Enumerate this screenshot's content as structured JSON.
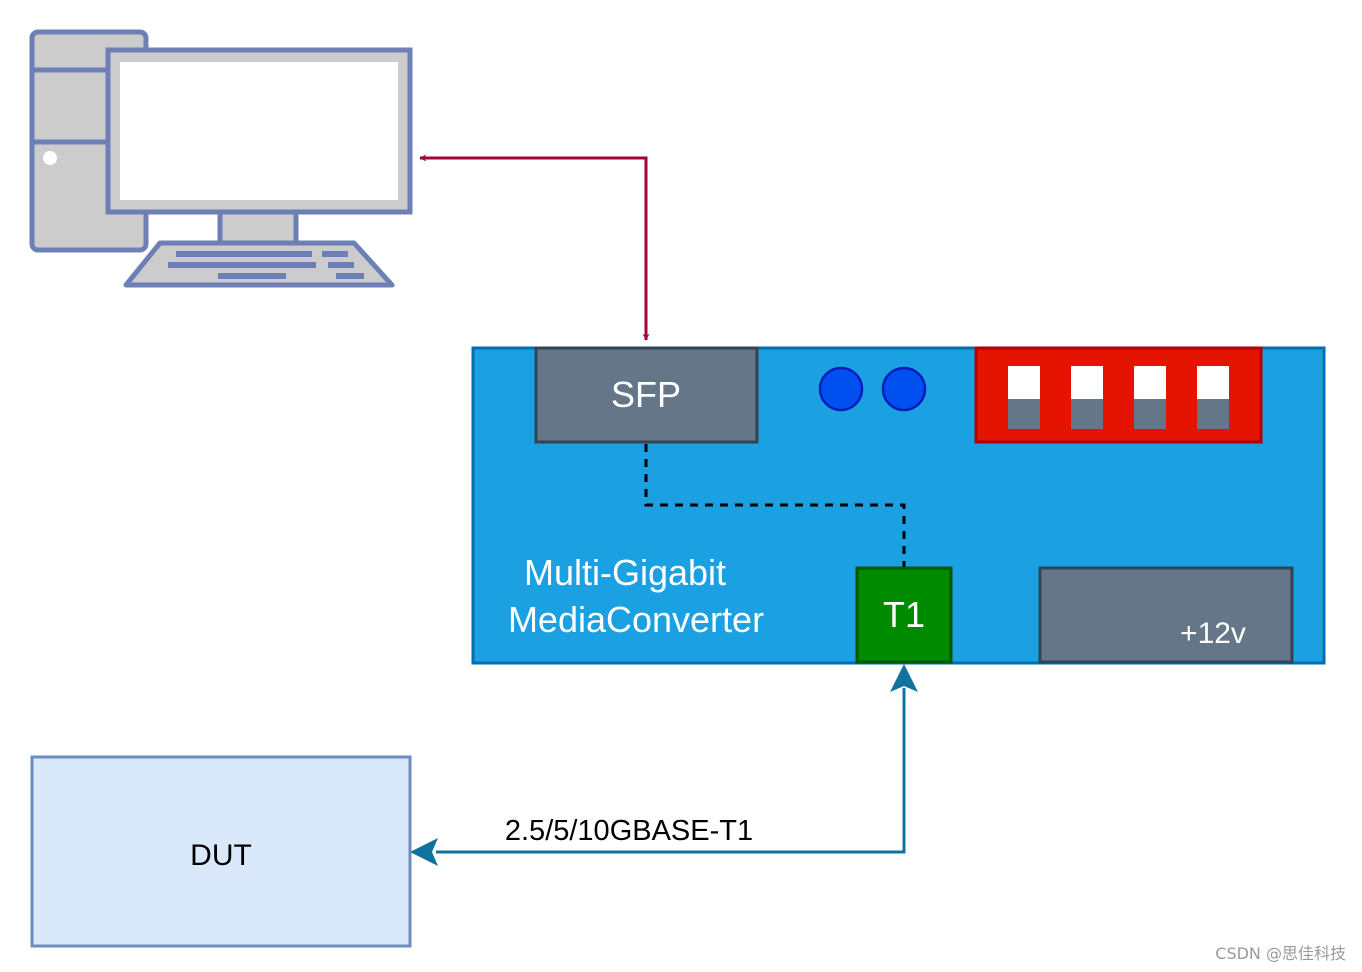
{
  "labels": {
    "sfp": "SFP",
    "t1": "T1",
    "converter_line1": "Multi-Gigabit",
    "converter_line2": "MediaConverter",
    "power": "+12v",
    "dut": "DUT",
    "link": "2.5/5/10GBASE-T1"
  },
  "watermark": "CSDN @思佳科技",
  "icons": {
    "pc": "desktop-computer-icon"
  },
  "colors": {
    "board": "#1ba1e2",
    "board_border": "#006eaf",
    "module": "#647687",
    "module_border": "#314354",
    "t1": "#008a00",
    "t1_border": "#005700",
    "dip": "#e51400",
    "dip_border": "#b20000",
    "led": "#0050ef",
    "led_border": "#001dbc",
    "dut_fill": "#dae8fc",
    "dut_border": "#6c8ebf",
    "pc_link": "#a50040",
    "t1_link": "#10739e",
    "pc_stroke": "#6c80b5",
    "pc_fill": "#cccccc"
  }
}
